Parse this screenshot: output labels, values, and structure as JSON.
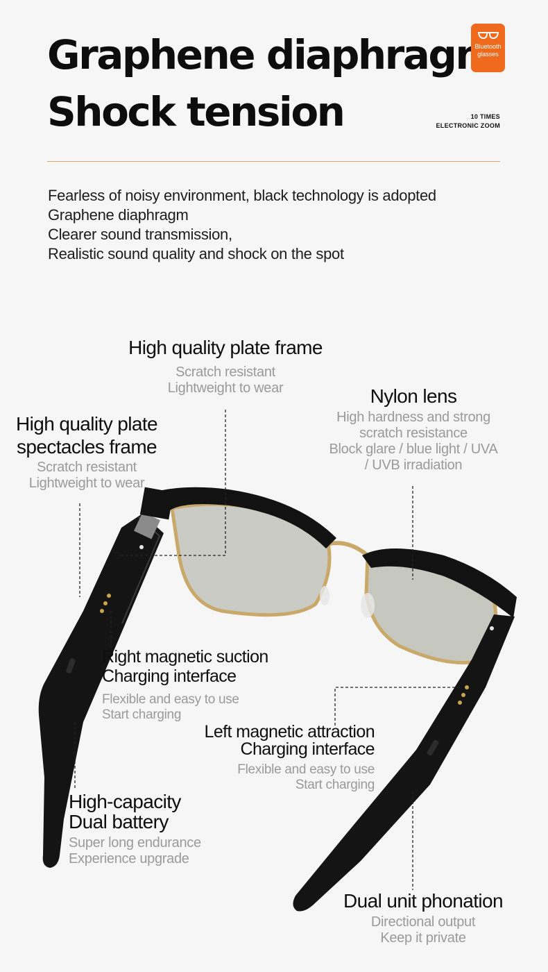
{
  "header": {
    "title_lines": [
      "Graphene diaphragm",
      "Shock tension"
    ],
    "badge": {
      "icon": "glasses-icon",
      "label_lines": [
        "Bluetooth",
        "glasses"
      ],
      "color": "#ef6a1c"
    },
    "zoom_lines": [
      "10 TIMES",
      "ELECTRONIC ZOOM"
    ]
  },
  "intro_lines": [
    "Fearless of noisy environment, black technology is adopted",
    "Graphene diaphragm",
    "Clearer sound transmission,",
    "Realistic sound quality and shock on the spot"
  ],
  "callouts": {
    "plate_frame": {
      "title_lines": [
        "High quality plate frame"
      ],
      "sub_lines": [
        "Scratch resistant",
        "Lightweight to wear"
      ]
    },
    "nylon_lens": {
      "title_lines": [
        "Nylon lens"
      ],
      "sub_lines": [
        "High hardness and strong",
        "scratch resistance",
        "Block glare / blue light / UVA",
        "/ UVB irradiation"
      ]
    },
    "spectacles_frame": {
      "title_lines": [
        "High quality plate",
        "spectacles frame"
      ],
      "sub_lines": [
        "Scratch resistant",
        "Lightweight to wear"
      ]
    },
    "right_magnetic": {
      "title_lines": [
        "Right magnetic suction",
        "Charging interface"
      ],
      "sub_lines": [
        "Flexible and easy to use",
        "Start charging"
      ]
    },
    "left_magnetic": {
      "title_lines": [
        "Left magnetic attraction",
        "Charging interface"
      ],
      "sub_lines": [
        "Flexible and easy to use",
        "Start charging"
      ]
    },
    "battery": {
      "title_lines": [
        "High-capacity",
        "Dual battery"
      ],
      "sub_lines": [
        "Super long endurance",
        "Experience upgrade"
      ]
    },
    "phonation": {
      "title_lines": [
        "Dual unit phonation"
      ],
      "sub_lines": [
        "Directional output",
        "Keep it private"
      ]
    }
  },
  "colors": {
    "accent": "#ef6a1c",
    "rule": "#e2a26b",
    "frame": "#121212",
    "gold": "#c9a96a",
    "lens": "#c9cbc4"
  }
}
